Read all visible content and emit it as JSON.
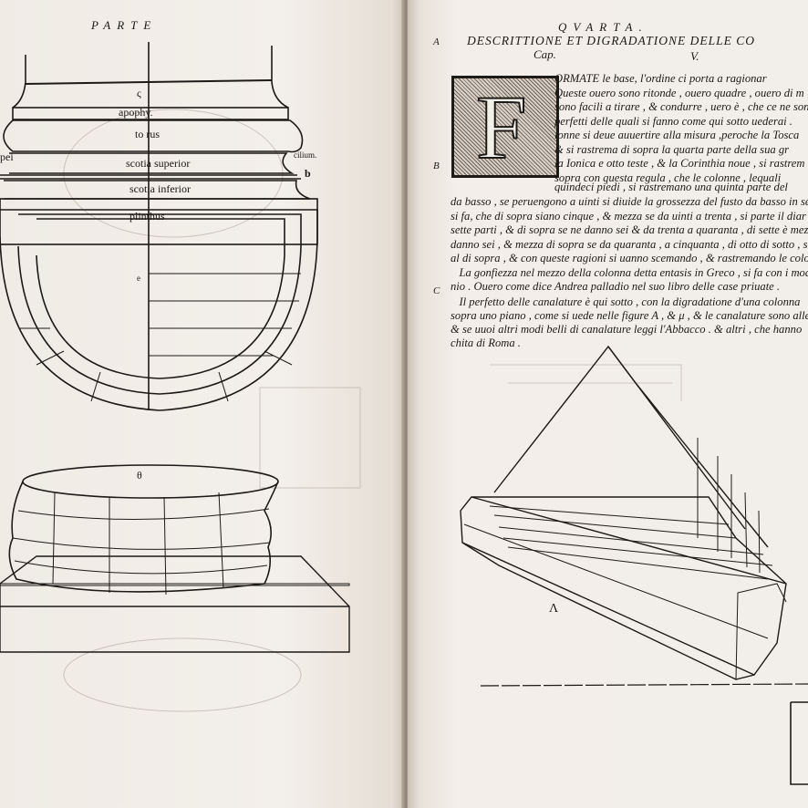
{
  "left_page": {
    "running_head": "PARTE",
    "figure_labels": {
      "top_mark": "ς",
      "apophysis": "apophy.",
      "torus": "to rus",
      "scotia_superior": "scotia superior",
      "scotia_inferior": "scotia inferior",
      "plinthus": "plinthus",
      "left_edge": "pei",
      "right_edge": "cilium.",
      "right_letter": "b",
      "center_letter": "e",
      "base_letter": "θ"
    }
  },
  "right_page": {
    "running_head": "QVARTA.",
    "chapter_title": "DESCRITTIONE ET DIGRADATIONE DELLE CO",
    "chapter_label": "Cap.",
    "chapter_number": "V.",
    "margin_letters": [
      "A",
      "B",
      "C"
    ],
    "initial_letter": "F",
    "text_lines_indented": [
      "ORMATE  le base, l'ordine ci porta a ragionar",
      "Queste ouero sono ritonde , ouero quadre , ouero di m",
      "sono facili a tirare , & condurre , uero è , che ce ne son",
      "perfetti delle quali si fanno come qui sotto uederai .",
      "lonne si deue auuertire alla misura ,peroche la Tosca",
      "& si rastrema di sopra la quarta parte della sua gr",
      "la Ionica e otto teste , & la Corinthia noue , si rastrem",
      "sopra con questa regula , che le colonne , lequali",
      "quindeci piedi , si rastremano una quinta parte del"
    ],
    "text_lines": [
      "da basso , se peruengono a uinti si diuide la grossezza del fusto da basso in sei pa",
      "si fa, che di sopra siano cinque , & mezza se da uinti a trenta , si parte il diar",
      "sette parti , & di sopra se ne danno sei & da trenta a quaranta , di sette è mez",
      "danno sei , & mezza di sopra se da quaranta , a cinquanta , di otto di sotto , se",
      "al di sopra , & con queste ragioni si uanno scemando , & rastremando le colonn",
      "   La gonfiezza nel mezzo della colonna detta entasis in Greco , si fa con i modi",
      "nio . Ouero come dice Andrea palladio nel suo libro delle case priuate .",
      "   Il perfetto delle canalature è qui sotto , con la digradatione d'una colonna",
      "sopra uno piano , come si uede nelle figure  A , & μ , & le canalature sono alle",
      "& se uuoi altri modi belli di canalature leggi l'Abbacco . & altri , che hanno",
      "chita di Roma ."
    ],
    "figure_label": "Λ"
  },
  "colors": {
    "paper": "#f2eee9",
    "ink": "#1d1a17",
    "gutter": "#8e8175"
  }
}
